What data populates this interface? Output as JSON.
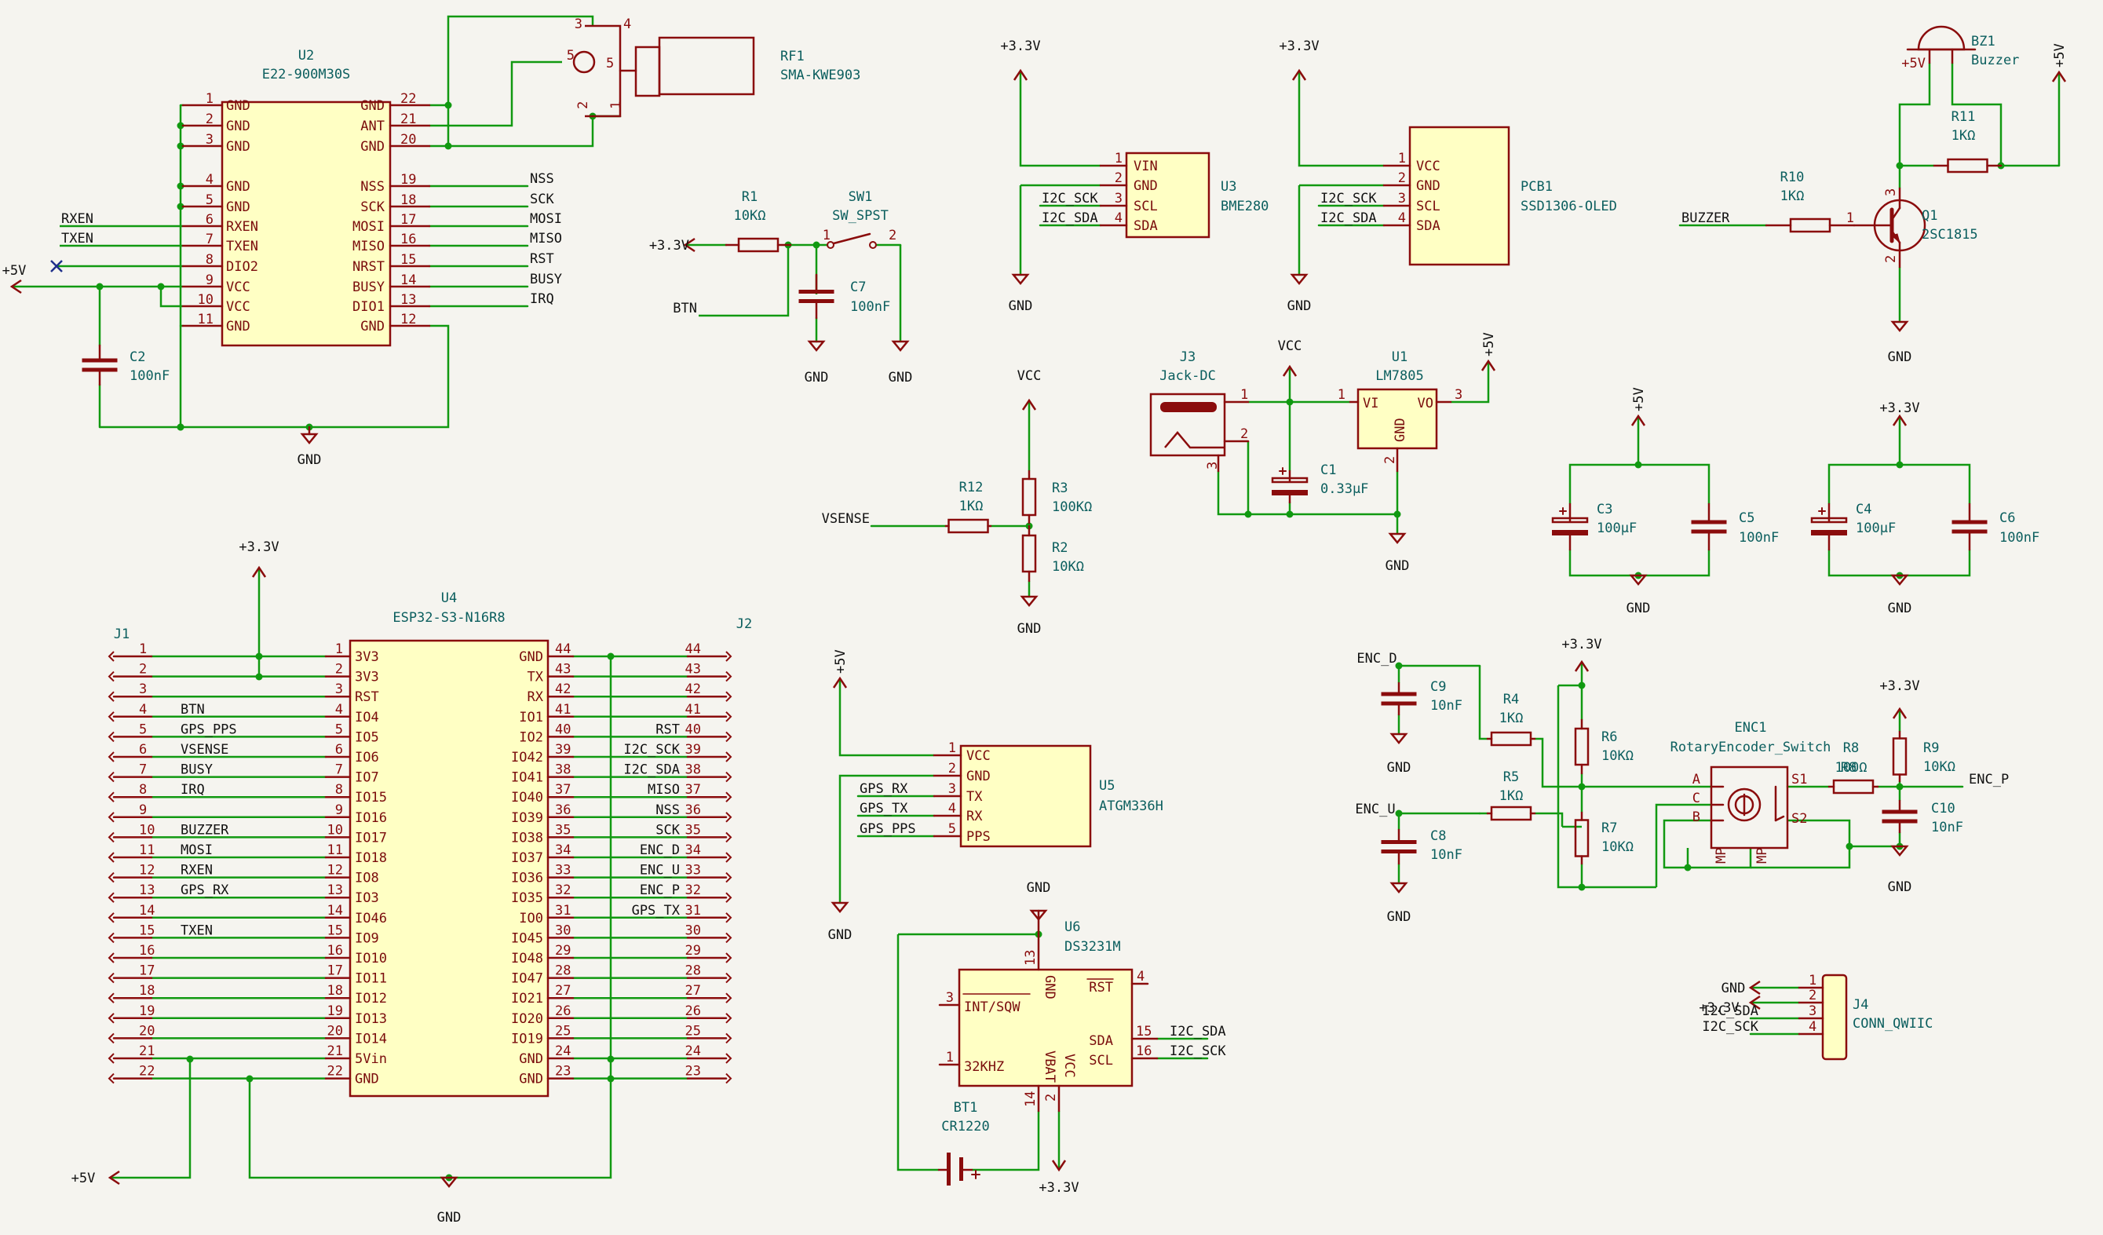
{
  "colors": {
    "background": "#f5f4ef",
    "wire": "#119911",
    "symbol": "#8a0c0c",
    "body_fill": "#ffffc4",
    "reference": "#0b5e5e",
    "no_connect": "#1f2f8a"
  },
  "u2": {
    "ref": "U2",
    "value": "E22-900M30S",
    "left": [
      {
        "n": "1",
        "name": "GND"
      },
      {
        "n": "2",
        "name": "GND"
      },
      {
        "n": "3",
        "name": "GND"
      },
      {
        "n": "4",
        "name": "GND"
      },
      {
        "n": "5",
        "name": "GND"
      },
      {
        "n": "6",
        "name": "RXEN"
      },
      {
        "n": "7",
        "name": "TXEN"
      },
      {
        "n": "8",
        "name": "DIO2"
      },
      {
        "n": "9",
        "name": "VCC"
      },
      {
        "n": "10",
        "name": "VCC"
      },
      {
        "n": "11",
        "name": "GND"
      }
    ],
    "right": [
      {
        "n": "22",
        "name": "GND"
      },
      {
        "n": "21",
        "name": "ANT"
      },
      {
        "n": "20",
        "name": "GND"
      },
      {
        "n": "19",
        "name": "NSS"
      },
      {
        "n": "18",
        "name": "SCK"
      },
      {
        "n": "17",
        "name": "MOSI"
      },
      {
        "n": "16",
        "name": "MISO"
      },
      {
        "n": "15",
        "name": "NRST"
      },
      {
        "n": "14",
        "name": "BUSY"
      },
      {
        "n": "13",
        "name": "DIO1"
      },
      {
        "n": "12",
        "name": "GND"
      }
    ],
    "nets_left": [
      "RXEN",
      "TXEN"
    ],
    "nets_right": [
      "NSS",
      "SCK",
      "MOSI",
      "MISO",
      "RST",
      "BUSY",
      "IRQ"
    ]
  },
  "rf1": {
    "ref": "RF1",
    "value": "SMA-KWE903",
    "pins": [
      "3",
      "4",
      "5",
      "1",
      "2"
    ]
  },
  "c2": {
    "ref": "C2",
    "value": "100nF"
  },
  "r1": {
    "ref": "R1",
    "value": "10KΩ"
  },
  "sw1": {
    "ref": "SW1",
    "value": "SW_SPST",
    "pins": [
      "1",
      "2"
    ]
  },
  "c7": {
    "ref": "C7",
    "value": "100nF"
  },
  "u3": {
    "ref": "U3",
    "value": "BME280",
    "pins": [
      {
        "n": "1",
        "name": "VIN"
      },
      {
        "n": "2",
        "name": "GND"
      },
      {
        "n": "3",
        "name": "SCL"
      },
      {
        "n": "4",
        "name": "SDA"
      }
    ],
    "nets": [
      "I2C_SCK",
      "I2C_SDA"
    ]
  },
  "pcb1": {
    "ref": "PCB1",
    "value": "SSD1306-OLED",
    "pins": [
      {
        "n": "1",
        "name": "VCC"
      },
      {
        "n": "2",
        "name": "GND"
      },
      {
        "n": "3",
        "name": "SCL"
      },
      {
        "n": "4",
        "name": "SDA"
      }
    ],
    "nets": [
      "I2C_SCK",
      "I2C_SDA"
    ]
  },
  "bz1": {
    "ref": "BZ1",
    "value": "Buzzer"
  },
  "r11": {
    "ref": "R11",
    "value": "1KΩ"
  },
  "r10": {
    "ref": "R10",
    "value": "1KΩ"
  },
  "q1": {
    "ref": "Q1",
    "value": "2SC1815",
    "pins": [
      "1",
      "2",
      "3"
    ]
  },
  "buzzer_net": "BUZZER",
  "r12": {
    "ref": "R12",
    "value": "1KΩ"
  },
  "r3": {
    "ref": "R3",
    "value": "100KΩ"
  },
  "r2": {
    "ref": "R2",
    "value": "10KΩ"
  },
  "vsense_net": "VSENSE",
  "j3": {
    "ref": "J3",
    "value": "Jack-DC",
    "pins": [
      "1",
      "2",
      "3"
    ]
  },
  "c1": {
    "ref": "C1",
    "value": "0.33µF"
  },
  "u1": {
    "ref": "U1",
    "value": "LM7805",
    "pins": {
      "vi": "VI",
      "vo": "VO",
      "gnd": "GND",
      "n1": "1",
      "n2": "2",
      "n3": "3"
    }
  },
  "c3": {
    "ref": "C3",
    "value": "100µF"
  },
  "c5": {
    "ref": "C5",
    "value": "100nF"
  },
  "c4": {
    "ref": "C4",
    "value": "100µF"
  },
  "c6": {
    "ref": "C6",
    "value": "100nF"
  },
  "u4": {
    "ref": "U4",
    "value": "ESP32-S3-N16R8",
    "left": [
      {
        "n": "1",
        "name": "3V3"
      },
      {
        "n": "2",
        "name": "3V3"
      },
      {
        "n": "3",
        "name": "RST"
      },
      {
        "n": "4",
        "name": "IO4"
      },
      {
        "n": "5",
        "name": "IO5"
      },
      {
        "n": "6",
        "name": "IO6"
      },
      {
        "n": "7",
        "name": "IO7"
      },
      {
        "n": "8",
        "name": "IO15"
      },
      {
        "n": "9",
        "name": "IO16"
      },
      {
        "n": "10",
        "name": "IO17"
      },
      {
        "n": "11",
        "name": "IO18"
      },
      {
        "n": "12",
        "name": "IO8"
      },
      {
        "n": "13",
        "name": "IO3"
      },
      {
        "n": "14",
        "name": "IO46"
      },
      {
        "n": "15",
        "name": "IO9"
      },
      {
        "n": "16",
        "name": "IO10"
      },
      {
        "n": "17",
        "name": "IO11"
      },
      {
        "n": "18",
        "name": "IO12"
      },
      {
        "n": "19",
        "name": "IO13"
      },
      {
        "n": "20",
        "name": "IO14"
      },
      {
        "n": "21",
        "name": "5Vin"
      },
      {
        "n": "22",
        "name": "GND"
      }
    ],
    "right": [
      {
        "n": "44",
        "name": "GND"
      },
      {
        "n": "43",
        "name": "TX"
      },
      {
        "n": "42",
        "name": "RX"
      },
      {
        "n": "41",
        "name": "IO1"
      },
      {
        "n": "40",
        "name": "IO2"
      },
      {
        "n": "39",
        "name": "IO42"
      },
      {
        "n": "38",
        "name": "IO41"
      },
      {
        "n": "37",
        "name": "IO40"
      },
      {
        "n": "36",
        "name": "IO39"
      },
      {
        "n": "35",
        "name": "IO38"
      },
      {
        "n": "34",
        "name": "IO37"
      },
      {
        "n": "33",
        "name": "IO36"
      },
      {
        "n": "32",
        "name": "IO35"
      },
      {
        "n": "31",
        "name": "IO0"
      },
      {
        "n": "30",
        "name": "IO45"
      },
      {
        "n": "29",
        "name": "IO48"
      },
      {
        "n": "28",
        "name": "IO47"
      },
      {
        "n": "27",
        "name": "IO21"
      },
      {
        "n": "26",
        "name": "IO20"
      },
      {
        "n": "25",
        "name": "IO19"
      },
      {
        "n": "24",
        "name": "GND"
      },
      {
        "n": "23",
        "name": "GND"
      }
    ],
    "left_nets": [
      "",
      "",
      "",
      "BTN",
      "GPS_PPS",
      "VSENSE",
      "BUSY",
      "IRQ",
      "",
      "BUZZER",
      "MOSI",
      "RXEN",
      "GPS_RX",
      "",
      "TXEN",
      "",
      "",
      "",
      "",
      "",
      "",
      ""
    ],
    "right_nets": [
      "",
      "",
      "",
      "",
      "RST",
      "I2C_SCK",
      "I2C_SDA",
      "MISO",
      "NSS",
      "SCK",
      "ENC_D",
      "ENC_U",
      "ENC_P",
      "GPS_TX",
      "",
      "",
      "",
      "",
      "",
      "",
      "",
      ""
    ]
  },
  "j1": {
    "ref": "J1"
  },
  "j2": {
    "ref": "J2"
  },
  "u5": {
    "ref": "U5",
    "value": "ATGM336H",
    "pins": [
      {
        "n": "1",
        "name": "VCC"
      },
      {
        "n": "2",
        "name": "GND"
      },
      {
        "n": "3",
        "name": "TX"
      },
      {
        "n": "4",
        "name": "RX"
      },
      {
        "n": "5",
        "name": "PPS"
      }
    ],
    "nets": [
      "GPS_RX",
      "GPS_TX",
      "GPS_PPS"
    ]
  },
  "u6": {
    "ref": "U6",
    "value": "DS3231M",
    "pins": {
      "int": "INT/SQW",
      "k32": "32KHZ",
      "rst": "RST",
      "sda": "SDA",
      "scl": "SCL",
      "gnd": "GND",
      "vbat": "VBAT",
      "vcc": "VCC",
      "n3": "3",
      "n1": "1",
      "n4": "4",
      "n15": "15",
      "n16": "16",
      "n13": "13",
      "n14": "14",
      "n2": "2"
    },
    "nets": [
      "I2C_SDA",
      "I2C_SCK"
    ]
  },
  "bt1": {
    "ref": "BT1",
    "value": "CR1220"
  },
  "c9": {
    "ref": "C9",
    "value": "10nF"
  },
  "c8": {
    "ref": "C8",
    "value": "10nF"
  },
  "r4": {
    "ref": "R4",
    "value": "1KΩ"
  },
  "r5": {
    "ref": "R5",
    "value": "1KΩ"
  },
  "r6": {
    "ref": "R6",
    "value": "10KΩ"
  },
  "r7": {
    "ref": "R7",
    "value": "10KΩ"
  },
  "enc1": {
    "ref": "ENC1",
    "value": "RotaryEncoder_Switch",
    "pins": [
      "A",
      "C",
      "B",
      "S1",
      "S2",
      "MP",
      "MP"
    ]
  },
  "r8": {
    "ref": "R8",
    "value": "100Ω"
  },
  "r9": {
    "ref": "R9",
    "value": "10KΩ"
  },
  "c10": {
    "ref": "C10",
    "value": "10nF"
  },
  "enc_nets": [
    "ENC_D",
    "ENC_U",
    "ENC_P"
  ],
  "j4": {
    "ref": "J4",
    "value": "CONN_QWIIC",
    "pins": [
      "1",
      "2",
      "3",
      "4"
    ],
    "nets": [
      "GND",
      "+3.3V",
      "I2C_SDA",
      "I2C_SCK"
    ]
  },
  "power": {
    "gnd": "GND",
    "v33": "+3.3V",
    "v5": "+5V",
    "vcc": "VCC"
  }
}
